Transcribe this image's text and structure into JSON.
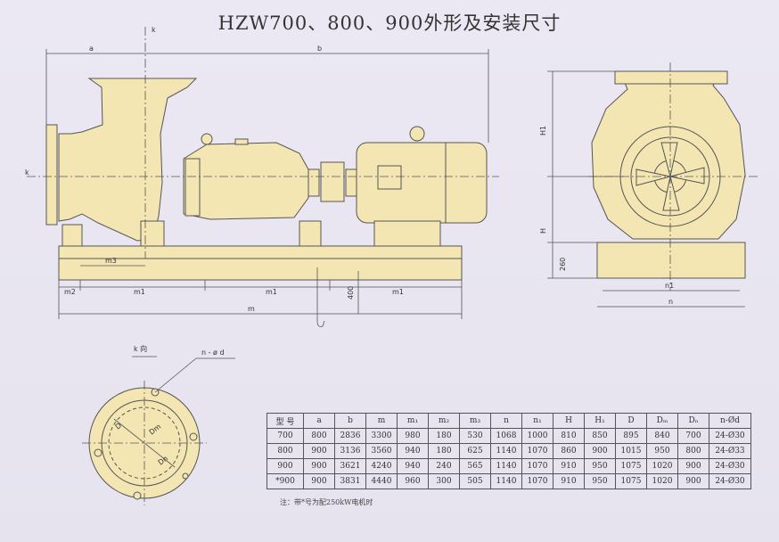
{
  "title": "HZW700、800、900外形及安装尺寸",
  "labels": {
    "k_top": "k",
    "k_left": "k",
    "a": "a",
    "b": "b",
    "m3": "m3",
    "m2": "m2",
    "m1_a": "m1",
    "m1_b": "m1",
    "m1_c": "m1",
    "m": "m",
    "h400": "400",
    "H1": "H1",
    "H": "H",
    "h260": "260",
    "n1": "n1",
    "n": "n",
    "k_view": "k 向",
    "nd": "n - ø d",
    "D": "D",
    "Dm": "Dm",
    "Dn": "Dn"
  },
  "table": {
    "headers": [
      "型 号",
      "a",
      "b",
      "m",
      "m₁",
      "m₂",
      "m₃",
      "n",
      "n₁",
      "H",
      "H₁",
      "D",
      "Dₘ",
      "Dₙ",
      "n-Ød"
    ],
    "rows": [
      [
        "700",
        "800",
        "2836",
        "3300",
        "980",
        "180",
        "530",
        "1068",
        "1000",
        "810",
        "850",
        "895",
        "840",
        "700",
        "24-Ø30"
      ],
      [
        "800",
        "900",
        "3136",
        "3560",
        "940",
        "180",
        "625",
        "1140",
        "1070",
        "860",
        "900",
        "1015",
        "950",
        "800",
        "24-Ø33"
      ],
      [
        "900",
        "900",
        "3621",
        "4240",
        "940",
        "240",
        "565",
        "1140",
        "1070",
        "910",
        "950",
        "1075",
        "1020",
        "900",
        "24-Ø30"
      ],
      [
        "*900",
        "900",
        "3831",
        "4440",
        "960",
        "300",
        "505",
        "1140",
        "1070",
        "910",
        "950",
        "1075",
        "1020",
        "900",
        "24-Ø30"
      ]
    ]
  },
  "note": "注：带*号为配250kW电机时",
  "colors": {
    "body": "#f3e6b3",
    "line": "#555555",
    "background": "#e9e6f2"
  }
}
